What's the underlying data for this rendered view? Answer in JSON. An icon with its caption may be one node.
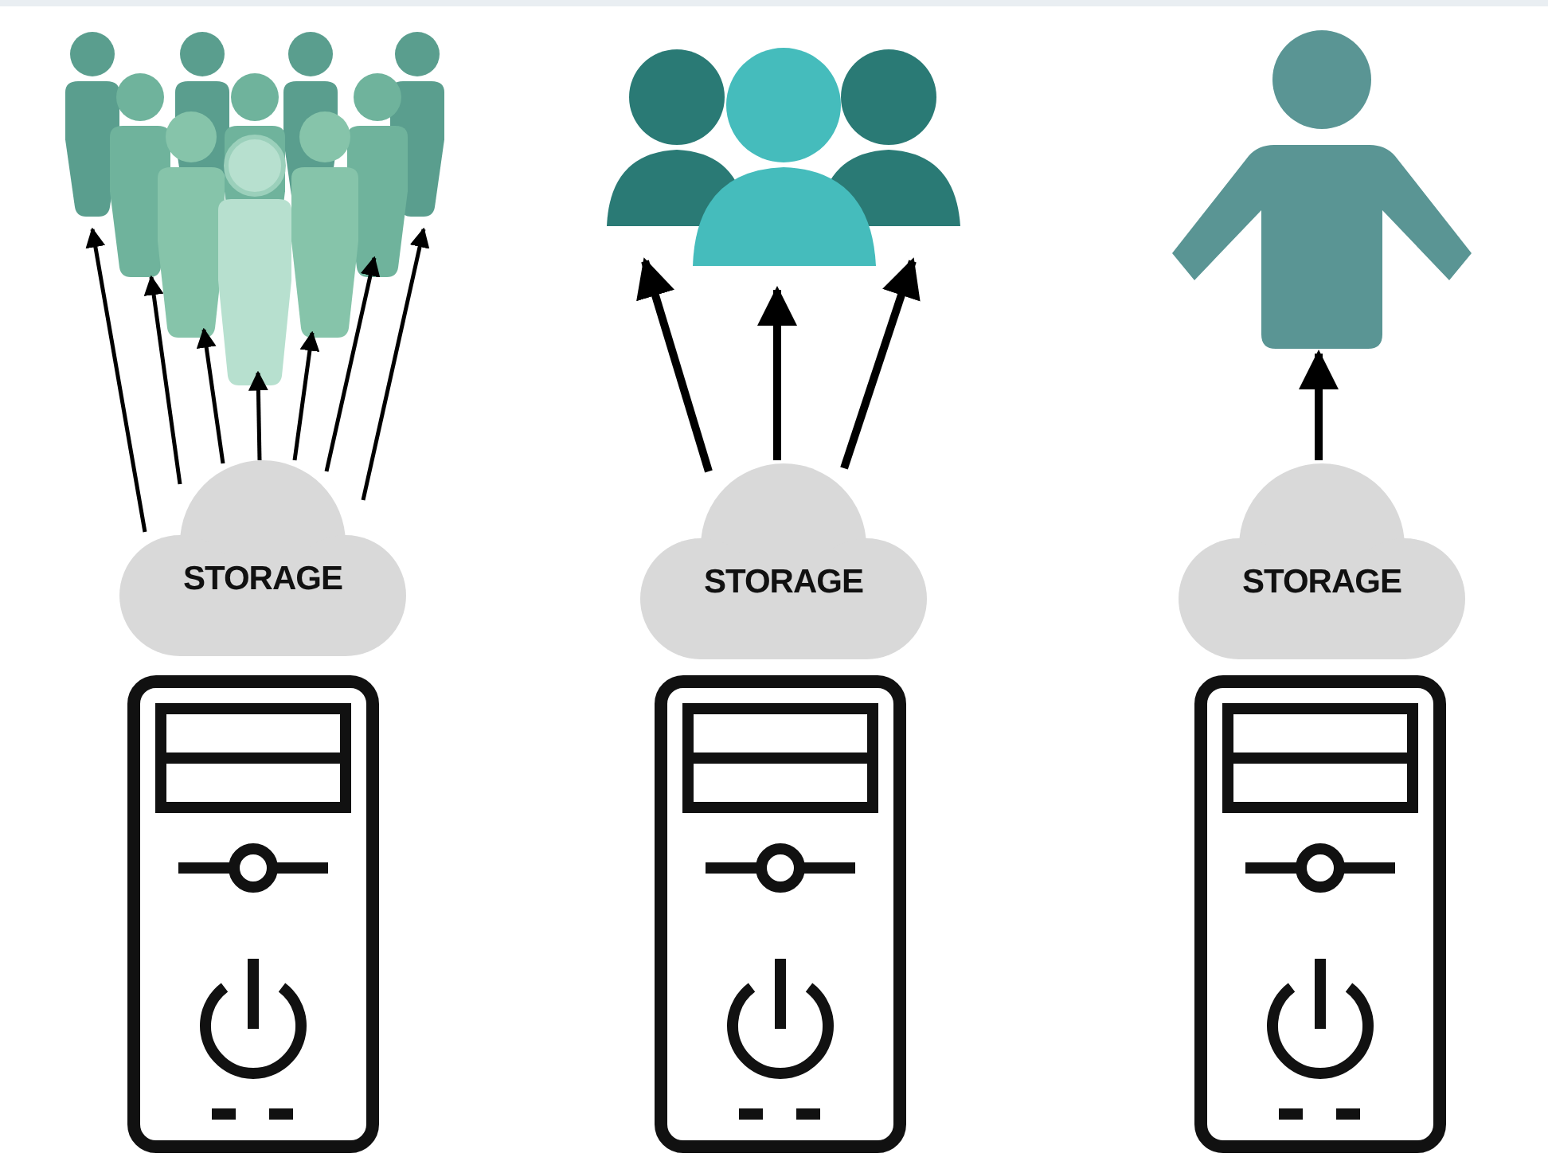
{
  "diagram": {
    "nodes": [
      {
        "text": [],
        "shape": "person"
      },
      {
        "text": [
          "STORAGE"
        ]
      },
      {
        "text": [],
        "shape": "person"
      },
      {
        "text": [
          "STORAGE"
        ]
      },
      {
        "text": [],
        "shape": "person"
      },
      {
        "text": [
          "STORAGE"
        ]
      }
    ],
    "edges": [
      {
        "from": 1,
        "to": 0,
        "arrow": "to"
      },
      {
        "from": 1,
        "to": 0,
        "arrow": "to"
      },
      {
        "from": 1,
        "to": 0,
        "arrow": "to"
      },
      {
        "from": 1,
        "to": 0,
        "arrow": "to"
      },
      {
        "from": 1,
        "to": 0,
        "arrow": "to"
      },
      {
        "from": 1,
        "to": 0,
        "arrow": "to"
      },
      {
        "from": 1,
        "to": 0,
        "arrow": "to"
      },
      {
        "from": 3,
        "to": 2,
        "arrow": "to",
        "style": "thick"
      },
      {
        "from": 3,
        "to": 2,
        "arrow": "to",
        "style": "thick"
      },
      {
        "from": 3,
        "to": 2,
        "arrow": "to",
        "style": "thick"
      },
      {
        "from": 5,
        "to": 4,
        "arrow": "to",
        "style": "thick"
      }
    ]
  }
}
